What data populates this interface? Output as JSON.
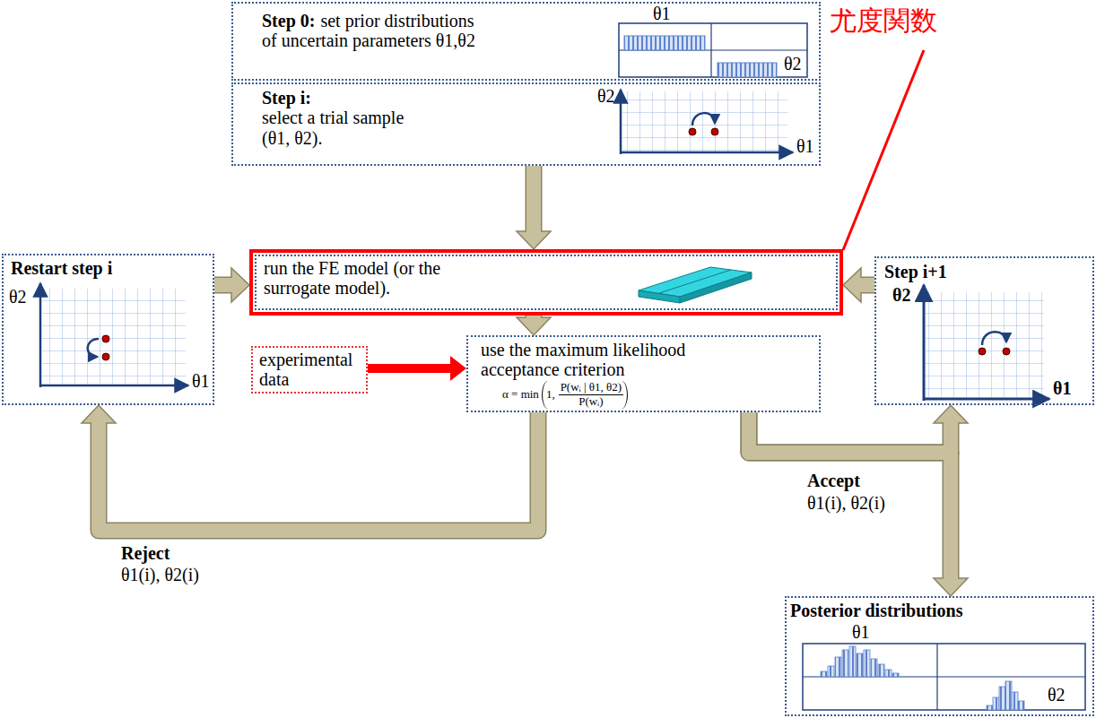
{
  "diagram": {
    "nodes": [
      {
        "text": [
          "Step 0:",
          "set prior distributions of uncertain parameters θ1,θ2"
        ]
      },
      {
        "text": [
          "Step i:",
          "select a trial sample (θ1, θ2)."
        ]
      },
      {
        "text": [
          "Restart step i"
        ]
      },
      {
        "text": [
          "run the FE model (or the surrogate model)."
        ]
      },
      {
        "text": [
          "Step i+1"
        ]
      },
      {
        "text": [
          "experimental data"
        ]
      },
      {
        "text": [
          "use the maximum likelihood acceptance criterion",
          "α = min",
          "1,",
          "P(wᵢ | θ1, θ2)",
          "P(wᵢ)"
        ]
      },
      {
        "text": [
          "Posterior distributions"
        ]
      }
    ],
    "edges": [
      {
        "from": 1,
        "to": 3,
        "arrow": "to"
      },
      {
        "from": 3,
        "to": 6,
        "arrow": "to"
      },
      {
        "from": 5,
        "to": 6,
        "arrow": "to"
      },
      {
        "from": 6,
        "to": 2,
        "arrow": "to"
      },
      {
        "from": 6,
        "to": 4,
        "arrow": "to"
      },
      {
        "from": 6,
        "to": 7,
        "arrow": "to"
      },
      {
        "from": 2,
        "to": 3,
        "arrow": "to"
      },
      {
        "from": 4,
        "to": 3,
        "arrow": "to"
      }
    ],
    "labels": [
      "尤度関数",
      "θ1",
      "θ2",
      "θ2",
      "θ1",
      "θ2",
      "θ1",
      "θ2",
      "θ1",
      "Reject",
      "θ1(i), θ2(i)",
      "Accept",
      "θ1(i), θ2(i)",
      "θ1",
      "θ2"
    ]
  }
}
